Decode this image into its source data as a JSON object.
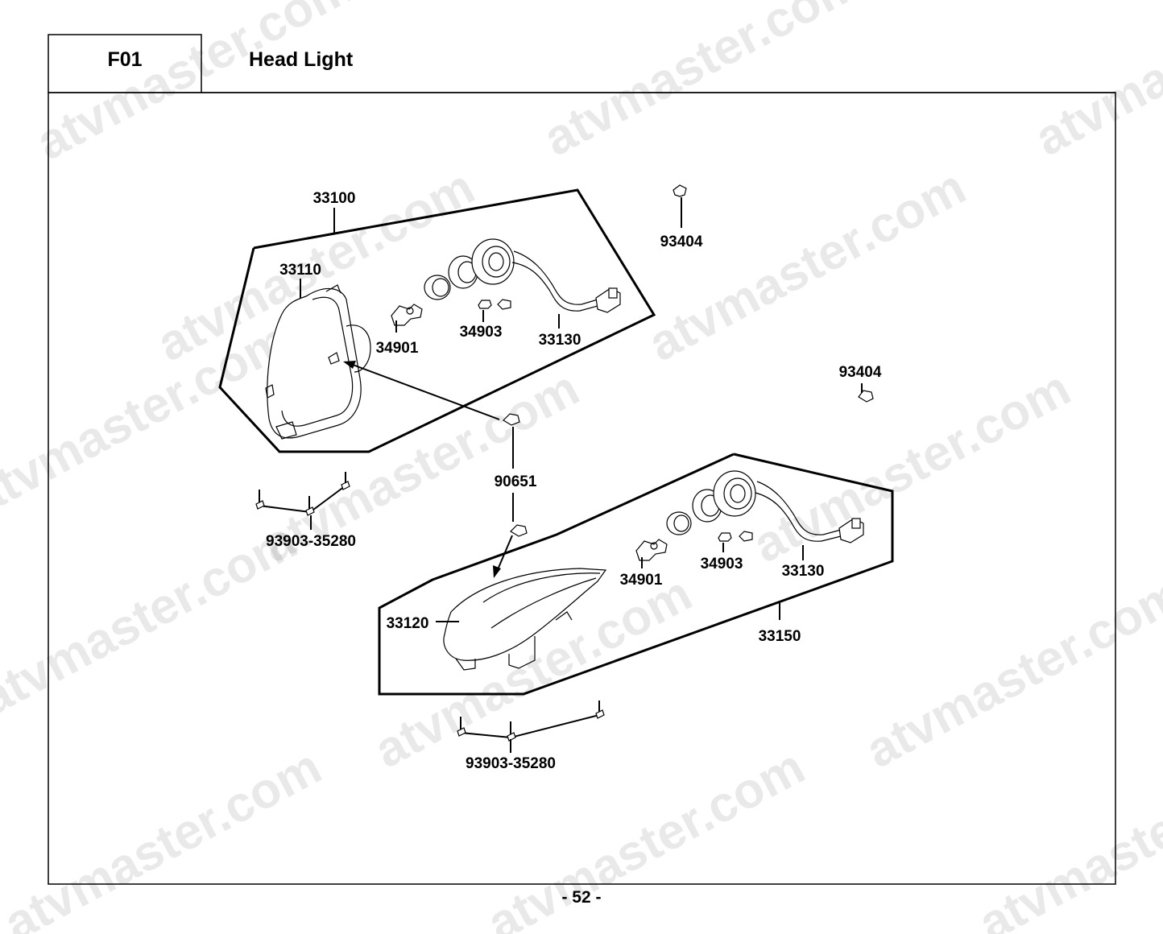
{
  "header": {
    "section_code": "F01",
    "section_title": "Head Light"
  },
  "watermark": "atvmaster.com",
  "parts": {
    "assembly_left": "33100",
    "lens_left": "33110",
    "bulb_34901_upper": "34901",
    "bulb_34903_upper": "34903",
    "harness_upper": "33130",
    "clip_93404_top": "93404",
    "clip_93404_right": "93404",
    "clip_90651": "90651",
    "screws_left": "93903-35280",
    "lens_right": "33120",
    "bulb_34901_lower": "34901",
    "bulb_34903_lower": "34903",
    "harness_lower": "33130",
    "assembly_right": "33150",
    "screws_bottom": "93903-35280"
  },
  "footer": {
    "page_number": "- 52 -"
  }
}
